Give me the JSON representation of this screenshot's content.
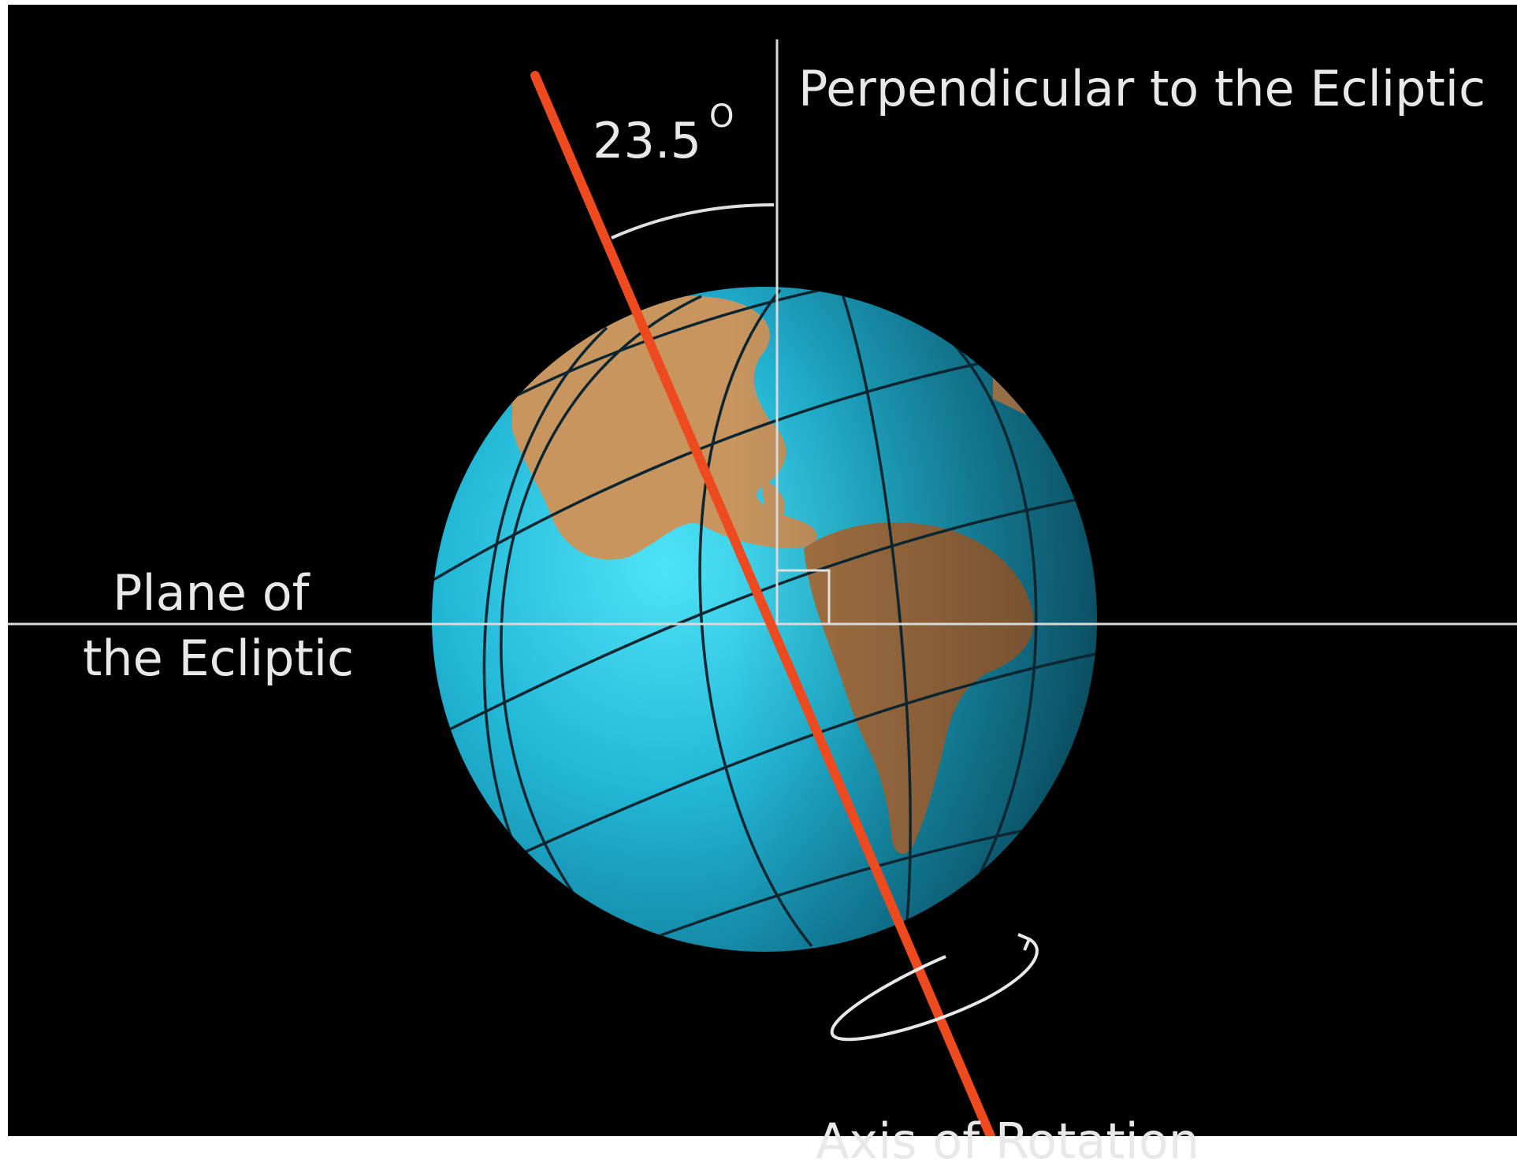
{
  "labels": {
    "perpendicular": "Perpendicular to the Ecliptic",
    "angle_value": "23.5",
    "angle_unit": "O",
    "plane_line1": "Plane of",
    "plane_line2": "the Ecliptic",
    "axis": "Axis of Rotation"
  },
  "colors": {
    "background": "#000000",
    "ocean": "#1fa9c9",
    "land": "#c8955f",
    "axis": "#ee4a1f",
    "guide_lines": "#d8d8d8",
    "grid_lines": "#0b2630"
  },
  "tilt_degrees": 23.5
}
